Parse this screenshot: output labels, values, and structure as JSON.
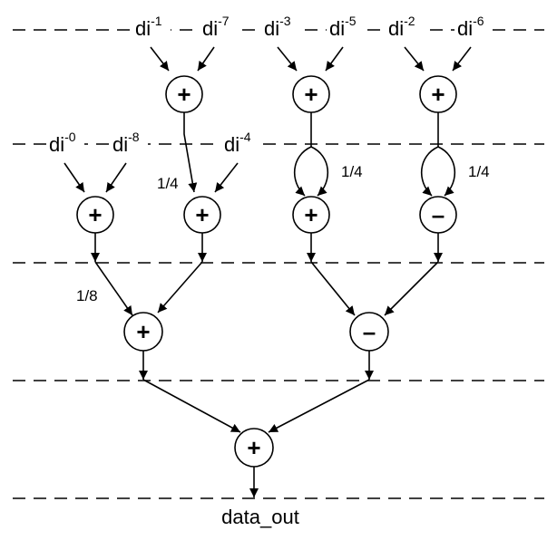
{
  "inputs": {
    "di1": {
      "base": "di",
      "sup": "-1"
    },
    "di7": {
      "base": "di",
      "sup": "-7"
    },
    "di3": {
      "base": "di",
      "sup": "-3"
    },
    "di5": {
      "base": "di",
      "sup": "-5"
    },
    "di2": {
      "base": "di",
      "sup": "-2"
    },
    "di6": {
      "base": "di",
      "sup": "-6"
    },
    "di0": {
      "base": "di",
      "sup": "-0"
    },
    "di8": {
      "base": "di",
      "sup": "-8"
    },
    "di4": {
      "base": "di",
      "sup": "-4"
    }
  },
  "operators": {
    "add": "+",
    "sub": "–"
  },
  "factors": {
    "quarter": "1/4",
    "eighth": "1/8"
  },
  "output": {
    "label": "data_out"
  }
}
